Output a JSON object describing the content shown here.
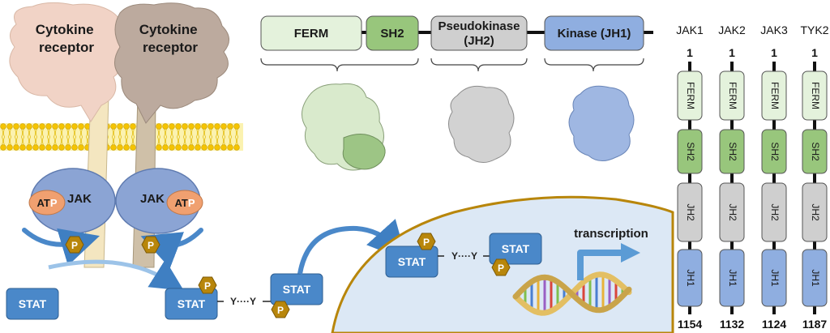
{
  "left_panel": {
    "receptor_left_label": "Cytokine\nreceptor",
    "receptor_right_label": "Cytokine\nreceptor",
    "jak_left_label": "JAK",
    "jak_right_label": "JAK",
    "atp_left": {
      "at": "AT",
      "p": "P"
    },
    "atp_right": {
      "at": "AT",
      "p": "P"
    },
    "phospho_label": "P",
    "stat_label": "STAT",
    "linker_label": "Y····Y"
  },
  "domain_bar": {
    "domains": [
      {
        "label": "FERM",
        "fill": "#e4f2dc"
      },
      {
        "label": "SH2",
        "fill": "#98c67c"
      },
      {
        "label": "Pseudokinase\n(JH2)",
        "fill": "#cfcfcf"
      },
      {
        "label": "Kinase (JH1)",
        "fill": "#8faee0"
      }
    ]
  },
  "nucleus": {
    "transcription_label": "transcription"
  },
  "jak_family": {
    "members": [
      {
        "name": "JAK1",
        "start": "1",
        "end": "1154"
      },
      {
        "name": "JAK2",
        "start": "1",
        "end": "1132"
      },
      {
        "name": "JAK3",
        "start": "1",
        "end": "1124"
      },
      {
        "name": "TYK2",
        "start": "1",
        "end": "1187"
      }
    ],
    "segments": [
      {
        "label": "FERM",
        "fill": "#e4f2dc"
      },
      {
        "label": "SH2",
        "fill": "#98c67c"
      },
      {
        "label": "JH2",
        "fill": "#cfcfcf"
      },
      {
        "label": "JH1",
        "fill": "#8faee0"
      }
    ]
  },
  "colors": {
    "stat_fill": "#4a88c9",
    "phospho_fill": "#b8860b",
    "jak_fill": "#8ba4d4",
    "atp_fill": "#f0a070",
    "nucleus_fill": "#dce8f5",
    "nucleus_border": "#b8860b"
  }
}
